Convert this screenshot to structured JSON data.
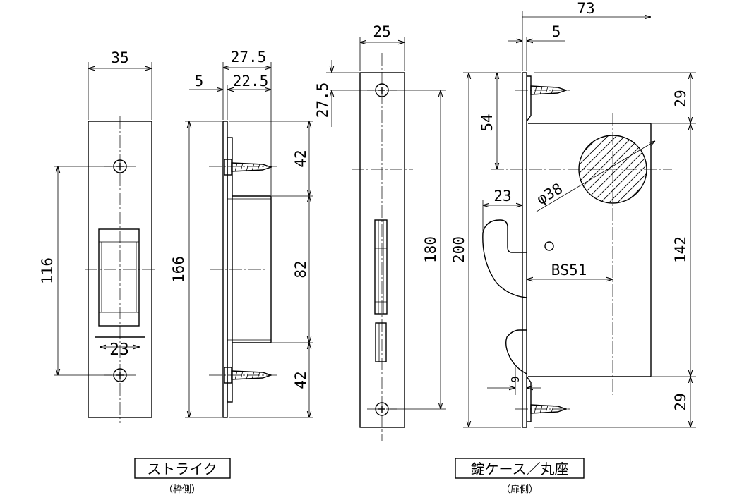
{
  "dimensions": {
    "strike_width": "35",
    "strike_screw_pitch": "116",
    "strike_opening": "23",
    "side_27_5": "27.5",
    "side_5": "5",
    "side_22_5": "22.5",
    "side_166": "166",
    "side_42_top": "42",
    "side_82": "82",
    "side_42_bottom": "42",
    "plate_25": "25",
    "plate_27_5": "27.5",
    "plate_180": "180",
    "case_73": "73",
    "case_5": "5",
    "case_54": "54",
    "case_200": "200",
    "case_23": "23",
    "case_phi38": "φ38",
    "case_bs51": "BS51",
    "case_9": "9",
    "case_29_top": "29",
    "case_142": "142",
    "case_29_bottom": "29"
  },
  "labels": {
    "strike_title": "ストライク",
    "strike_sub": "（枠側）",
    "case_title": "錠ケース／丸座",
    "case_sub": "（扉側）"
  }
}
